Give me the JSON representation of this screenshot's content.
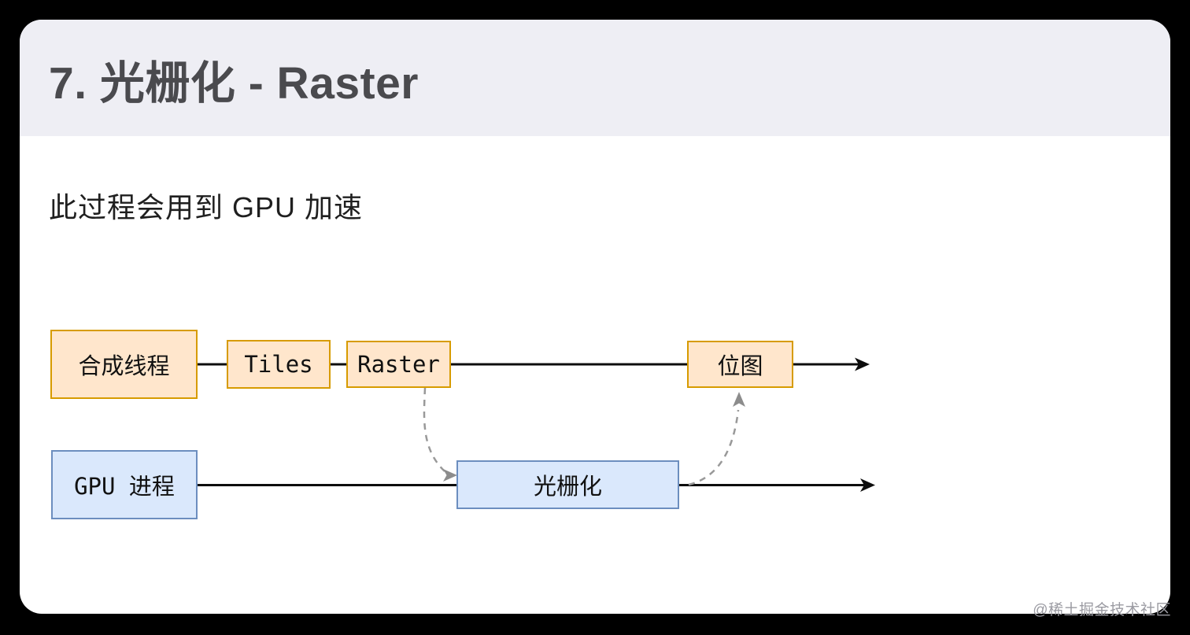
{
  "window": {
    "background": "#000000"
  },
  "slide": {
    "header": {
      "title": "7. 光栅化 - Raster",
      "background": "#eeeef4",
      "title_color": "#4a4a4e"
    },
    "subtitle": "此过程会用到 GPU 加速",
    "watermark": "@稀土掘金技术社区"
  },
  "diagram": {
    "nodes": [
      {
        "id": "compositor-thread",
        "label": "合成线程",
        "style": "orange"
      },
      {
        "id": "tiles",
        "label": "Tiles",
        "style": "orange"
      },
      {
        "id": "raster",
        "label": "Raster",
        "style": "orange"
      },
      {
        "id": "bitmap",
        "label": "位图",
        "style": "orange"
      },
      {
        "id": "gpu-process",
        "label": "GPU 进程",
        "style": "blue"
      },
      {
        "id": "rasterize",
        "label": "光栅化",
        "style": "blue"
      }
    ],
    "edges": [
      {
        "from": "compositor-thread",
        "through": [
          "tiles",
          "raster"
        ],
        "to": "bitmap",
        "type": "solid-arrow"
      },
      {
        "from": "gpu-process",
        "through": [
          "rasterize"
        ],
        "to": "right-edge",
        "type": "solid-arrow"
      },
      {
        "from": "raster",
        "to": "rasterize",
        "type": "dashed-arrow"
      },
      {
        "from": "rasterize",
        "to": "bitmap",
        "type": "dashed-arrow"
      }
    ],
    "colors": {
      "orange_fill": "#ffe6cc",
      "orange_border": "#d79b00",
      "blue_fill": "#dae8fc",
      "blue_border": "#6c8ebf",
      "solid_line": "#000000",
      "dashed_line": "#999999"
    }
  }
}
